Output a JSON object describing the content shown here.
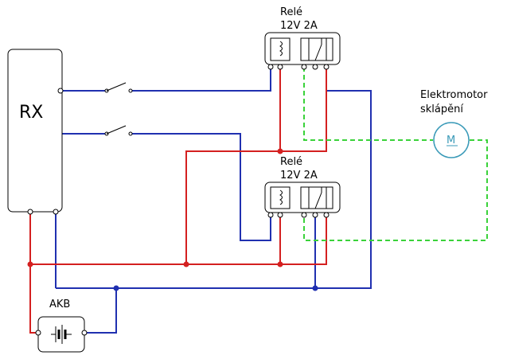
{
  "rx": {
    "label": "RX"
  },
  "relay_top": {
    "label_line1": "Relé",
    "label_line2": "12V 2A"
  },
  "relay_bottom": {
    "label_line1": "Relé",
    "label_line2": "12V 2A"
  },
  "motor": {
    "label_line1": "Elektromotor",
    "label_line2": "sklápění",
    "symbol": "M"
  },
  "battery": {
    "label": "AKB"
  },
  "colors": {
    "positive_wire": "#d42020",
    "negative_wire": "#2030b0",
    "motor_wire": "#3ad23a",
    "motor_body": "#3a9ab8"
  }
}
